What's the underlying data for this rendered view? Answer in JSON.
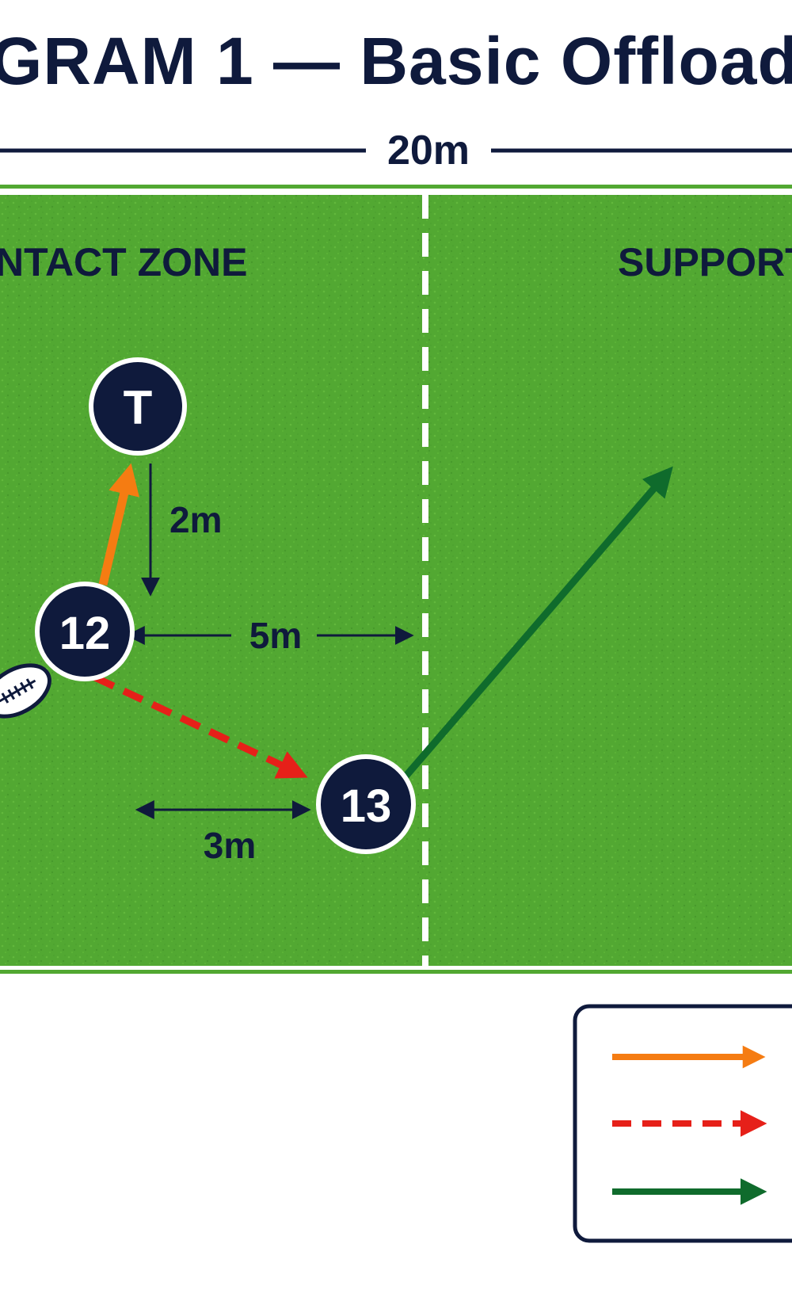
{
  "title": "GRAM 1 — Basic Offload",
  "width_label": "20m",
  "zones": {
    "left": "NTACT ZONE",
    "right": "SUPPORT"
  },
  "players": {
    "tackler": "T",
    "ball_carrier": "12",
    "support": "13"
  },
  "distances": {
    "vertical": "2m",
    "horizontal_to_line": "5m",
    "lateral_support": "3m"
  },
  "colors": {
    "field_green": "#52a832",
    "navy": "#0f1a3c",
    "run_arrow": "#f57c12",
    "pass_arrow": "#e62019",
    "support_run_arrow": "#0f6b2c"
  },
  "legend": {
    "items": [
      {
        "style": "solid",
        "color": "orange"
      },
      {
        "style": "dashed",
        "color": "red"
      },
      {
        "style": "solid",
        "color": "green"
      }
    ]
  }
}
